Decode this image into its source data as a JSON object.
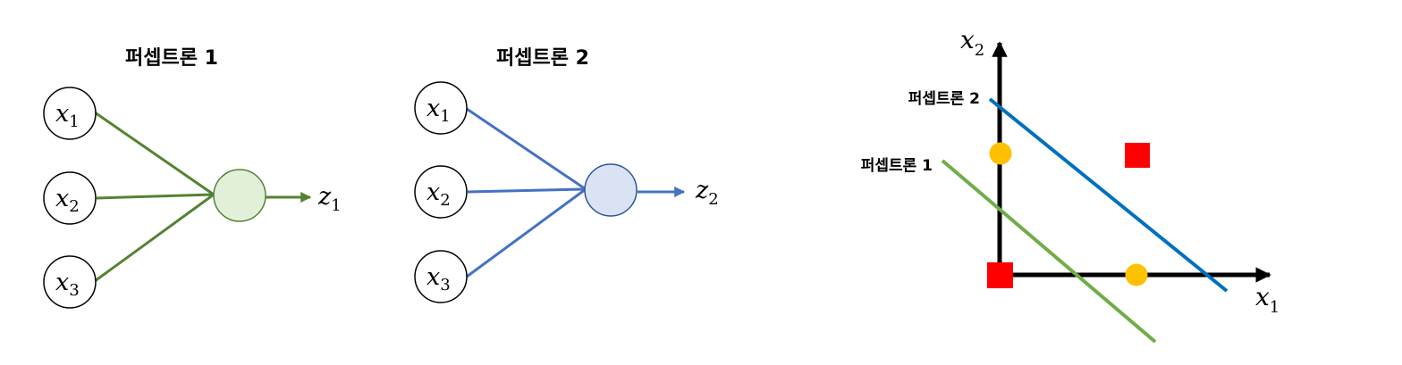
{
  "perceptron1": {
    "title": "퍼셉트론 1",
    "color": "#548235",
    "node_fill": "#E2F0D9",
    "inputs": [
      {
        "var": "x",
        "sub": "1"
      },
      {
        "var": "x",
        "sub": "2"
      },
      {
        "var": "x",
        "sub": "3"
      }
    ],
    "output": {
      "var": "z",
      "sub": "1"
    }
  },
  "perceptron2": {
    "title": "퍼셉트론 2",
    "color": "#4472C4",
    "node_fill": "#DAE3F3",
    "inputs": [
      {
        "var": "x",
        "sub": "1"
      },
      {
        "var": "x",
        "sub": "2"
      },
      {
        "var": "x",
        "sub": "3"
      }
    ],
    "output": {
      "var": "z",
      "sub": "2"
    }
  },
  "plot": {
    "x_axis": {
      "var": "x",
      "sub": "1"
    },
    "y_axis": {
      "var": "x",
      "sub": "2"
    },
    "line1_label": "퍼셉트론 1",
    "line2_label": "퍼셉트론 2",
    "line1_color": "#70AD47",
    "line2_color": "#0070C0",
    "square_color": "#FF0000",
    "circle_color": "#FFC000"
  }
}
